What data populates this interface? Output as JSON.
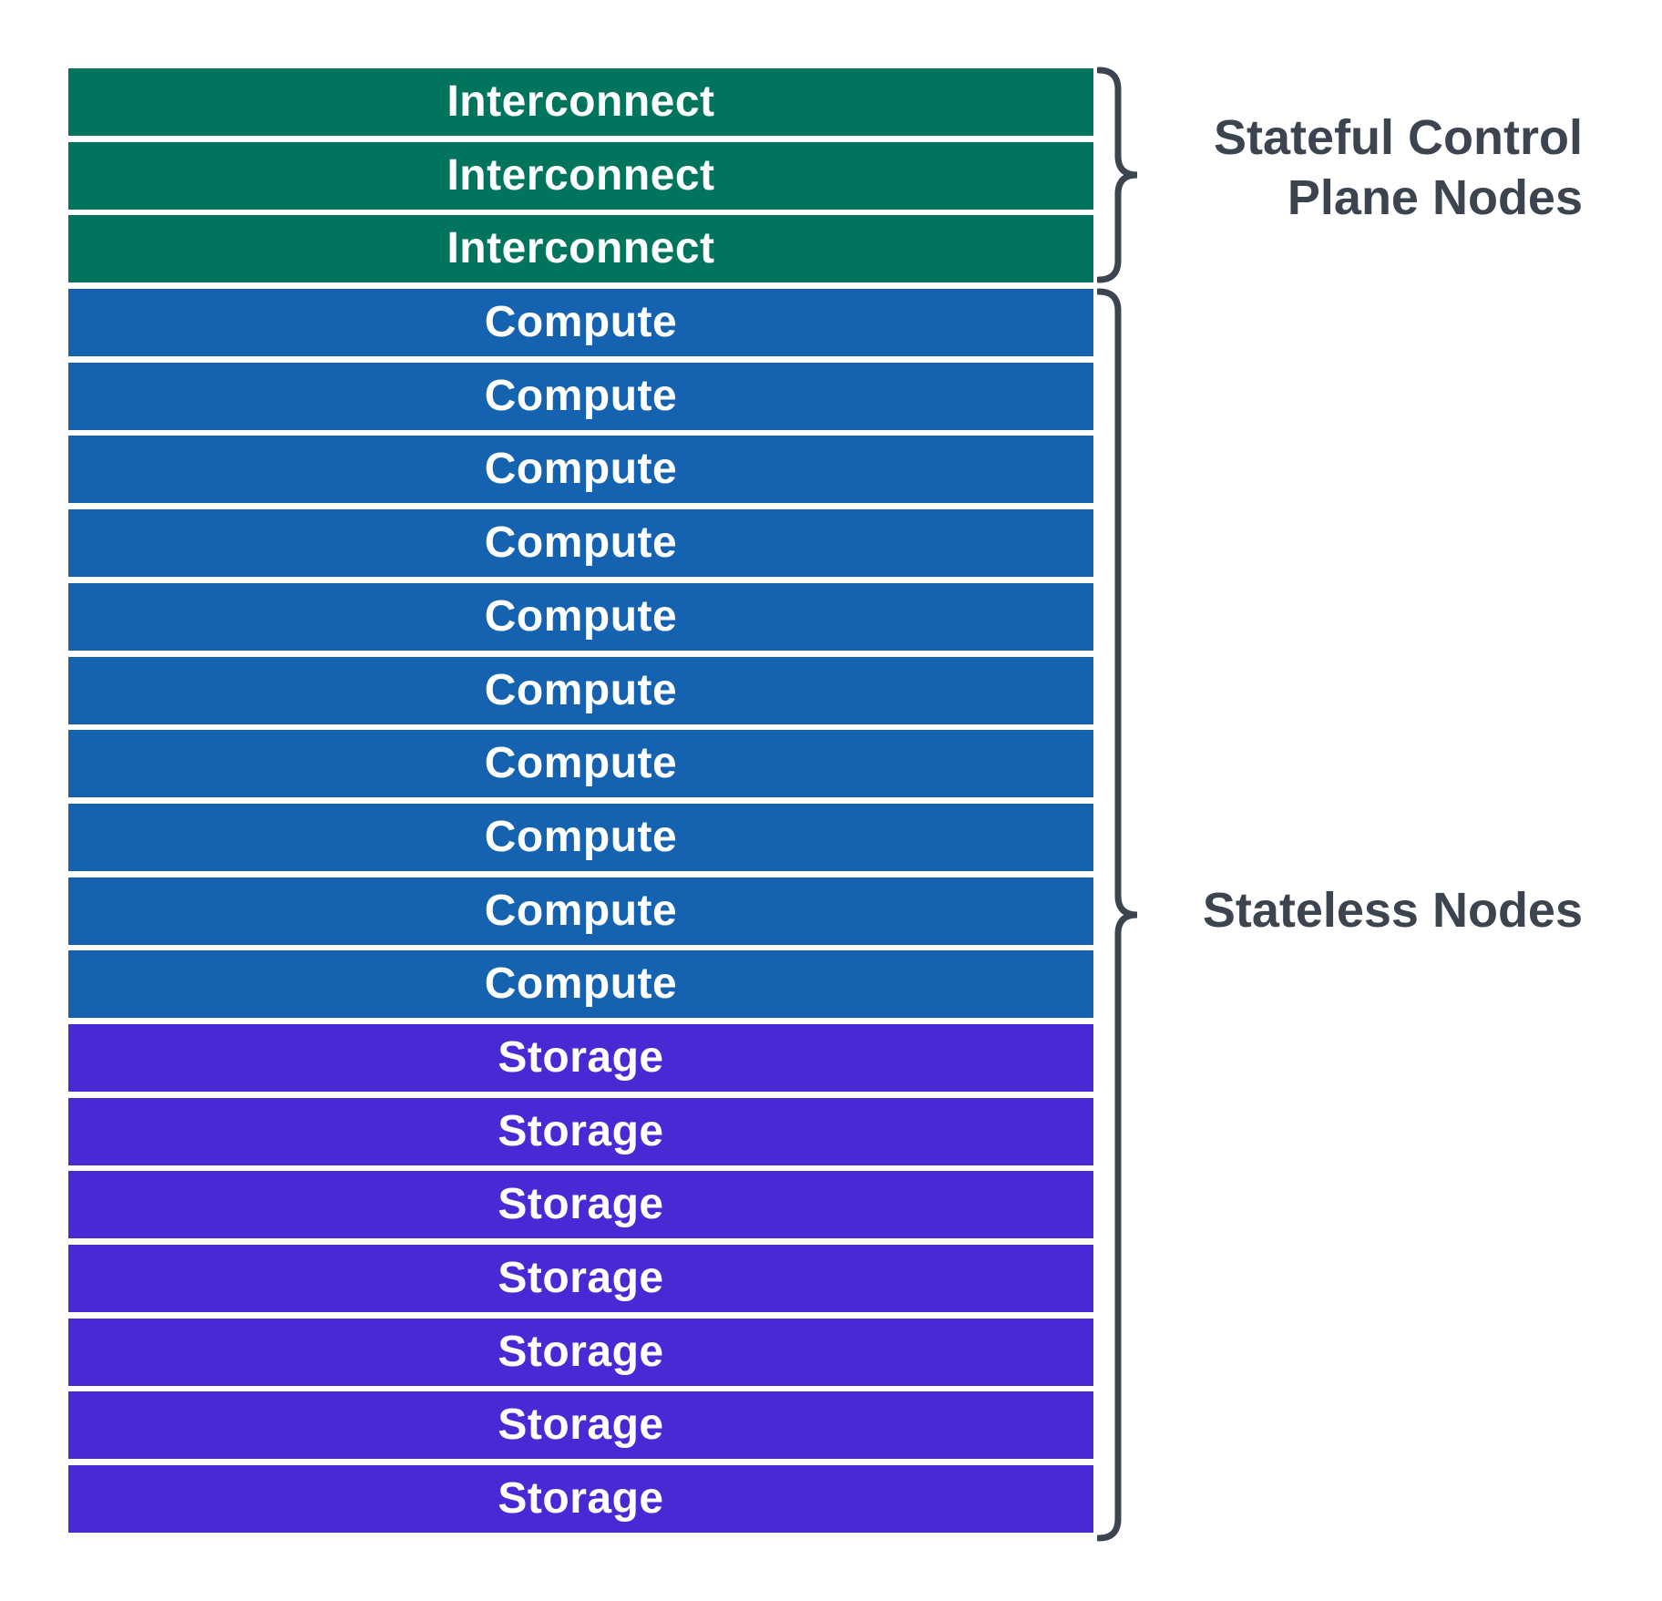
{
  "diagram": {
    "nodes": [
      {
        "label": "Interconnect",
        "type": "interconnect"
      },
      {
        "label": "Interconnect",
        "type": "interconnect"
      },
      {
        "label": "Interconnect",
        "type": "interconnect"
      },
      {
        "label": "Compute",
        "type": "compute"
      },
      {
        "label": "Compute",
        "type": "compute"
      },
      {
        "label": "Compute",
        "type": "compute"
      },
      {
        "label": "Compute",
        "type": "compute"
      },
      {
        "label": "Compute",
        "type": "compute"
      },
      {
        "label": "Compute",
        "type": "compute"
      },
      {
        "label": "Compute",
        "type": "compute"
      },
      {
        "label": "Compute",
        "type": "compute"
      },
      {
        "label": "Compute",
        "type": "compute"
      },
      {
        "label": "Compute",
        "type": "compute"
      },
      {
        "label": "Storage",
        "type": "storage"
      },
      {
        "label": "Storage",
        "type": "storage"
      },
      {
        "label": "Storage",
        "type": "storage"
      },
      {
        "label": "Storage",
        "type": "storage"
      },
      {
        "label": "Storage",
        "type": "storage"
      },
      {
        "label": "Storage",
        "type": "storage"
      },
      {
        "label": "Storage",
        "type": "storage"
      }
    ],
    "node_types": {
      "interconnect": {
        "color": "#00745c"
      },
      "compute": {
        "color": "#1563b0"
      },
      "storage": {
        "color": "#4829d3"
      }
    },
    "groups": {
      "stateful": {
        "line1": "Stateful Control",
        "line2": "Plane Nodes",
        "node_count": 3
      },
      "stateless": {
        "label": "Stateless Nodes",
        "node_count": 17
      }
    },
    "colors": {
      "background": "#ffffff",
      "bar_text": "#ffffff",
      "annotation": "#3c4450"
    }
  }
}
